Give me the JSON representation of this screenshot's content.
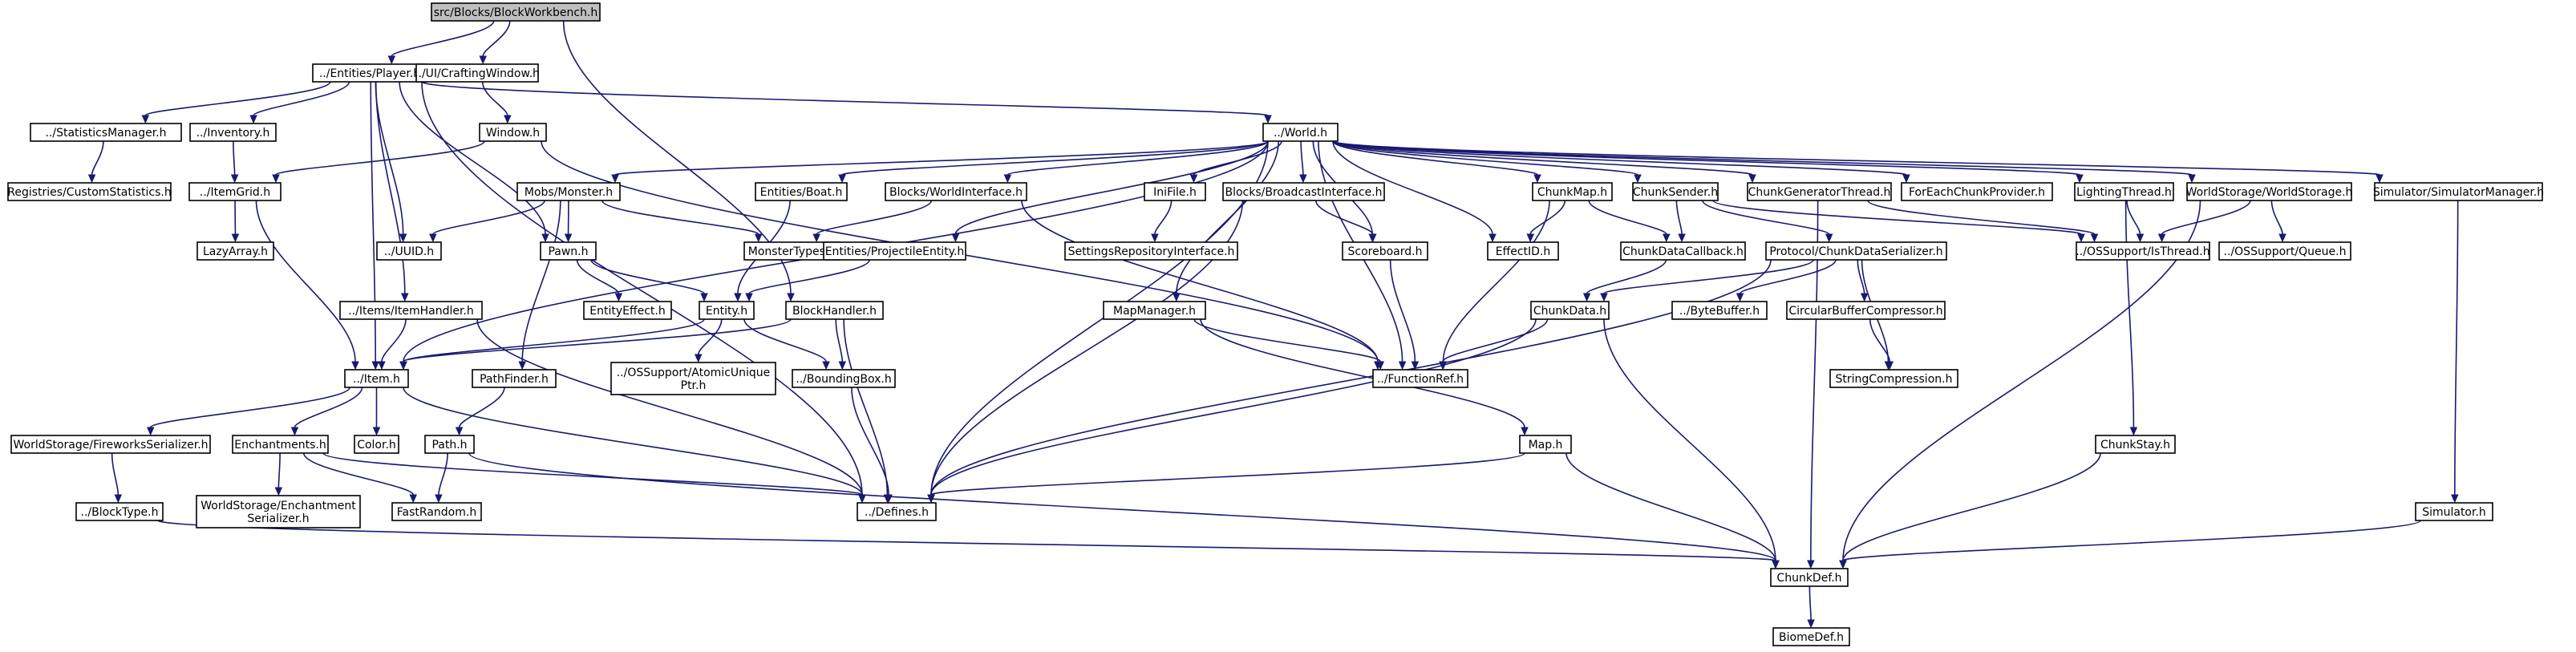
{
  "diagram": {
    "type": "include-dependency-graph",
    "colors": {
      "edge": "#191970",
      "node_fill": "#ffffff",
      "root_fill": "#bfbfbf",
      "node_border": "#000000"
    },
    "nodes": [
      {
        "id": "root",
        "lines": [
          "src/Blocks/BlockWorkbench.h"
        ],
        "root": true
      },
      {
        "id": "player",
        "lines": [
          "../Entities/Player.h"
        ]
      },
      {
        "id": "craftwin",
        "lines": [
          "../UI/CraftingWindow.h"
        ]
      },
      {
        "id": "statsmgr",
        "lines": [
          "../StatisticsManager.h"
        ]
      },
      {
        "id": "inventory",
        "lines": [
          "../Inventory.h"
        ]
      },
      {
        "id": "window",
        "lines": [
          "Window.h"
        ]
      },
      {
        "id": "world",
        "lines": [
          "../World.h"
        ]
      },
      {
        "id": "regstats",
        "lines": [
          "Registries/CustomStatistics.h"
        ]
      },
      {
        "id": "itemgrid",
        "lines": [
          "../ItemGrid.h"
        ]
      },
      {
        "id": "lazyarray",
        "lines": [
          "LazyArray.h"
        ]
      },
      {
        "id": "monster",
        "lines": [
          "Mobs/Monster.h"
        ]
      },
      {
        "id": "uuid",
        "lines": [
          "../UUID.h"
        ]
      },
      {
        "id": "boat",
        "lines": [
          "Entities/Boat.h"
        ]
      },
      {
        "id": "pawn",
        "lines": [
          "Pawn.h"
        ]
      },
      {
        "id": "montypes",
        "lines": [
          "MonsterTypes.h"
        ]
      },
      {
        "id": "worldint",
        "lines": [
          "Blocks/WorldInterface.h"
        ]
      },
      {
        "id": "projectile",
        "lines": [
          "Entities/ProjectileEntity.h"
        ]
      },
      {
        "id": "inifile",
        "lines": [
          "IniFile.h"
        ]
      },
      {
        "id": "settingsrepo",
        "lines": [
          "SettingsRepositoryInterface.h"
        ]
      },
      {
        "id": "broadcast",
        "lines": [
          "Blocks/BroadcastInterface.h"
        ]
      },
      {
        "id": "scoreboard",
        "lines": [
          "Scoreboard.h"
        ]
      },
      {
        "id": "chunkmap",
        "lines": [
          "ChunkMap.h"
        ]
      },
      {
        "id": "effectid",
        "lines": [
          "EffectID.h"
        ]
      },
      {
        "id": "chunksender",
        "lines": [
          "ChunkSender.h"
        ]
      },
      {
        "id": "chunkgen",
        "lines": [
          "ChunkGeneratorThread.h"
        ]
      },
      {
        "id": "foreach",
        "lines": [
          "ForEachChunkProvider.h"
        ]
      },
      {
        "id": "lighting",
        "lines": [
          "LightingThread.h"
        ]
      },
      {
        "id": "worldstorage",
        "lines": [
          "WorldStorage/WorldStorage.h"
        ]
      },
      {
        "id": "simmgr",
        "lines": [
          "Simulator/SimulatorManager.h"
        ]
      },
      {
        "id": "chunkdatacb",
        "lines": [
          "ChunkDataCallback.h"
        ]
      },
      {
        "id": "chunkdataser",
        "lines": [
          "Protocol/ChunkDataSerializer.h"
        ]
      },
      {
        "id": "isthread",
        "lines": [
          "../OSSupport/IsThread.h"
        ]
      },
      {
        "id": "queue",
        "lines": [
          "../OSSupport/Queue.h"
        ]
      },
      {
        "id": "entityeffect",
        "lines": [
          "EntityEffect.h"
        ]
      },
      {
        "id": "entity",
        "lines": [
          "Entity.h"
        ]
      },
      {
        "id": "itemhandler",
        "lines": [
          "../Items/ItemHandler.h"
        ]
      },
      {
        "id": "blockhandler",
        "lines": [
          "BlockHandler.h"
        ]
      },
      {
        "id": "mapmanager",
        "lines": [
          "MapManager.h"
        ]
      },
      {
        "id": "chunkdata",
        "lines": [
          "ChunkData.h"
        ]
      },
      {
        "id": "bytebuffer",
        "lines": [
          "../ByteBuffer.h"
        ]
      },
      {
        "id": "circbuf",
        "lines": [
          "CircularBufferCompressor.h"
        ]
      },
      {
        "id": "item",
        "lines": [
          "../Item.h"
        ]
      },
      {
        "id": "pathfinder",
        "lines": [
          "PathFinder.h"
        ]
      },
      {
        "id": "atomicuid",
        "lines": [
          "../OSSupport/AtomicUnique",
          "Ptr.h"
        ]
      },
      {
        "id": "bbox",
        "lines": [
          "../BoundingBox.h"
        ]
      },
      {
        "id": "funcref",
        "lines": [
          "../FunctionRef.h"
        ]
      },
      {
        "id": "strcomp",
        "lines": [
          "StringCompression.h"
        ]
      },
      {
        "id": "fireworks",
        "lines": [
          "WorldStorage/FireworksSerializer.h"
        ]
      },
      {
        "id": "enchant",
        "lines": [
          "Enchantments.h"
        ]
      },
      {
        "id": "color",
        "lines": [
          "Color.h"
        ]
      },
      {
        "id": "path",
        "lines": [
          "Path.h"
        ]
      },
      {
        "id": "map",
        "lines": [
          "Map.h"
        ]
      },
      {
        "id": "chunkstay",
        "lines": [
          "ChunkStay.h"
        ]
      },
      {
        "id": "blocktype",
        "lines": [
          "../BlockType.h"
        ]
      },
      {
        "id": "enchser",
        "lines": [
          "WorldStorage/Enchantment",
          "Serializer.h"
        ]
      },
      {
        "id": "fastrandom",
        "lines": [
          "FastRandom.h"
        ]
      },
      {
        "id": "defines",
        "lines": [
          "../Defines.h"
        ]
      },
      {
        "id": "simulator",
        "lines": [
          "Simulator.h"
        ]
      },
      {
        "id": "chunkdef",
        "lines": [
          "ChunkDef.h"
        ]
      },
      {
        "id": "biomedef",
        "lines": [
          "BiomeDef.h"
        ]
      }
    ]
  }
}
